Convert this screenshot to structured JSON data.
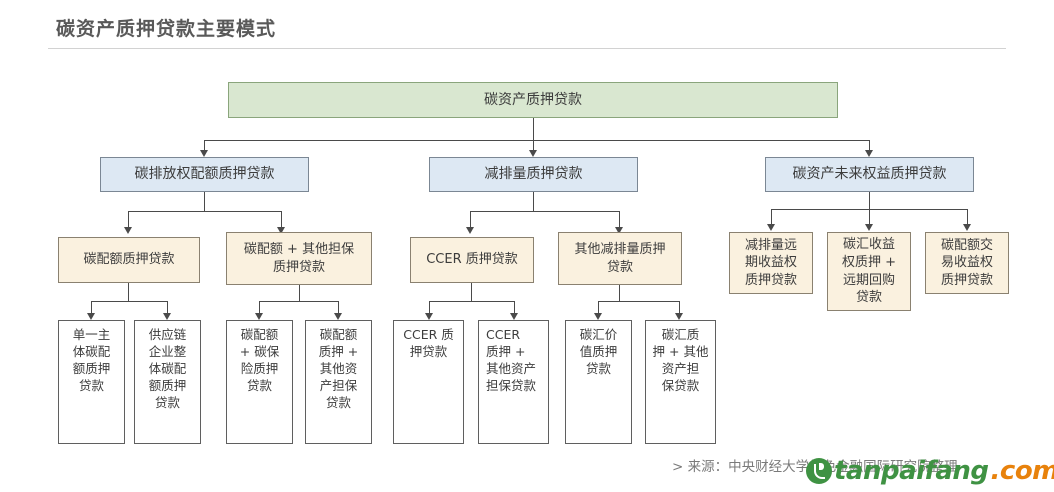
{
  "page": {
    "title": "碳资产质押贷款主要模式"
  },
  "diagram": {
    "root": {
      "label": "碳资产质押贷款",
      "color": "#d9e7d0"
    },
    "level2": [
      {
        "label": "碳排放权配额质押贷款",
        "color": "#dde8f3"
      },
      {
        "label": "减排量质押贷款",
        "color": "#dde8f3"
      },
      {
        "label": "碳资产未来权益质押贷款",
        "color": "#dde8f3"
      }
    ],
    "level3": [
      {
        "label": "碳配额质押贷款",
        "color": "#faf1df"
      },
      {
        "label": "碳配额 + 其他担保\n质押贷款",
        "color": "#faf1df"
      },
      {
        "label": "CCER 质押贷款",
        "color": "#faf1df"
      },
      {
        "label": "其他减排量质押\n贷款",
        "color": "#faf1df"
      },
      {
        "label": "减排量远\n期收益权\n质押贷款",
        "color": "#faf1df"
      },
      {
        "label": "碳汇收益\n权质押 +\n远期回购\n贷款",
        "color": "#faf1df"
      },
      {
        "label": "碳配额交\n易收益权\n质押贷款",
        "color": "#faf1df"
      }
    ],
    "leaves": [
      {
        "label": "单一主\n体碳配\n额质押\n贷款",
        "color": "#ffffff"
      },
      {
        "label": "供应链\n企业整\n体碳配\n额质押\n贷款",
        "color": "#ffffff"
      },
      {
        "label": "碳配额\n+ 碳保\n险质押\n贷款",
        "color": "#ffffff"
      },
      {
        "label": "碳配额\n质押 +\n其他资\n产担保\n贷款",
        "color": "#ffffff"
      },
      {
        "label": "CCER 质\n押贷款",
        "color": "#ffffff"
      },
      {
        "label": "CCER\n质押 +\n其他资产\n担保贷款",
        "color": "#ffffff"
      },
      {
        "label": "碳汇价\n值质押\n贷款",
        "color": "#ffffff"
      },
      {
        "label": "碳汇质\n押 + 其他\n资产担\n保贷款",
        "color": "#ffffff"
      }
    ]
  },
  "footer": {
    "source": "> 来源：中央财经大学绿色金融国际研究院整理",
    "watermark_name": "tanpaifang",
    "watermark_tld": ".com"
  }
}
